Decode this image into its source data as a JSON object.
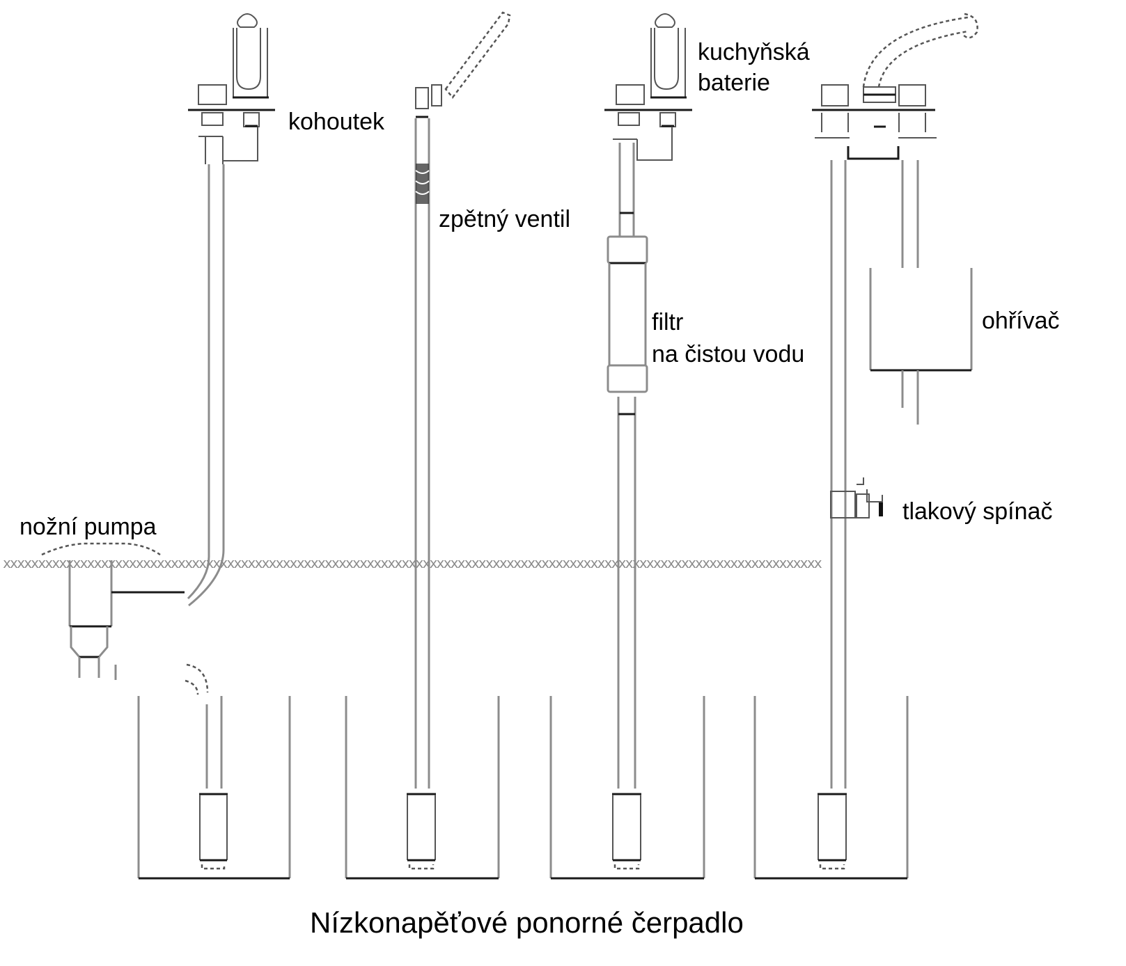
{
  "diagram": {
    "title": "Nízkonapěťové ponorné čerpadlo",
    "ground_pattern": "xxxxxxxxxxxxxxxxxxxxxxxxxxxxxxxxxxxxxxxxxxxxxxxxxxxxxxxxxxxxxxxxxxxxxxxxxxxxxxxxxxxxxxxxxxxxxxxxxxxxxxxxxxxxxxxxxxxxx",
    "labels": {
      "kohoutek": "kohoutek",
      "zpetny_ventil": "zpětný ventil",
      "kuchynska_line1": "kuchyňská",
      "kuchynska_line2": "baterie",
      "filtr_line1": "filtr",
      "filtr_line2": "na čistou vodu",
      "ohrivac": "ohřívač",
      "tlakovy_spinac": "tlakový spínač",
      "nozni_pumpa": "nožní pumpa"
    },
    "setups": [
      {
        "name": "faucet-with-foot-pump",
        "components": [
          "kohoutek",
          "nožní pumpa",
          "ponorné čerpadlo"
        ]
      },
      {
        "name": "hand-pump-with-check-valve",
        "components": [
          "zpětný ventil",
          "ponorné čerpadlo"
        ]
      },
      {
        "name": "kitchen-mixer-with-filter",
        "components": [
          "kuchyňská baterie",
          "filtr na čistou vodu",
          "ponorné čerpadlo"
        ]
      },
      {
        "name": "shower-with-heater",
        "components": [
          "sprcha",
          "ohřívač",
          "tlakový spínač",
          "ponorné čerpadlo"
        ]
      }
    ]
  }
}
